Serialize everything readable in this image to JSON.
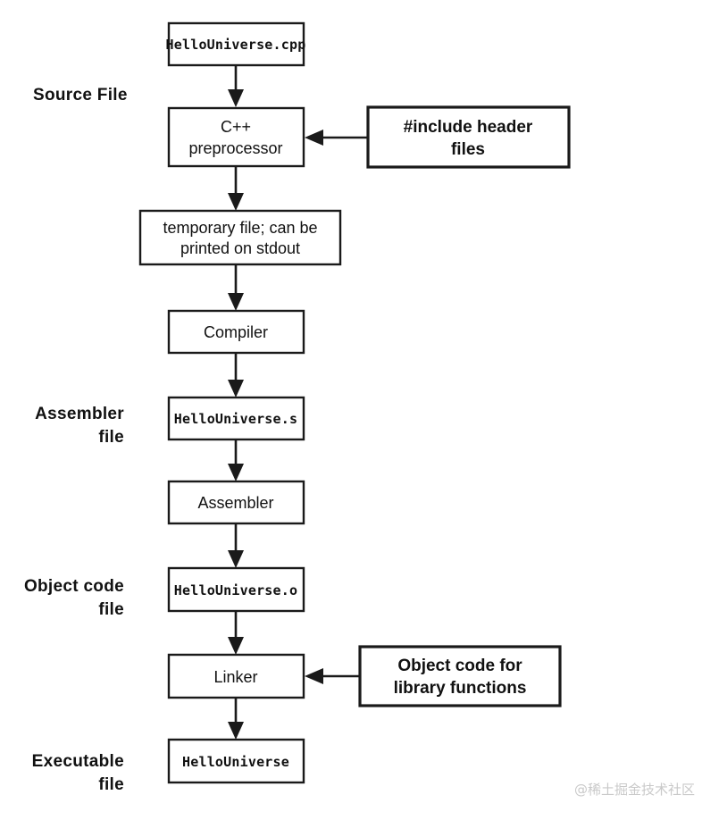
{
  "diagram": {
    "title": "C++ compilation pipeline",
    "background_color": "#ffffff",
    "stroke_color": "#1a1a1a",
    "stage_labels": [
      {
        "id": "source-file",
        "lines": [
          "Source File"
        ],
        "align": "left"
      },
      {
        "id": "assembler-file",
        "lines": [
          "Assembler",
          "file"
        ],
        "align": "right"
      },
      {
        "id": "object-code-file",
        "lines": [
          "Object code",
          "file"
        ],
        "align": "right"
      },
      {
        "id": "executable-file",
        "lines": [
          "Executable",
          "file"
        ],
        "align": "right"
      }
    ],
    "nodes": [
      {
        "id": "source",
        "label": "HelloUniverse.cpp",
        "style": "mono"
      },
      {
        "id": "preprocessor",
        "label_lines": [
          "C++",
          "preprocessor"
        ],
        "style": "sans"
      },
      {
        "id": "include-headers",
        "label_lines": [
          "#include header",
          "files"
        ],
        "style": "bold"
      },
      {
        "id": "temp-file",
        "label_lines": [
          "temporary file; can be",
          "printed on stdout"
        ],
        "style": "sans"
      },
      {
        "id": "compiler",
        "label": "Compiler",
        "style": "sans"
      },
      {
        "id": "assembly-file",
        "label": "HelloUniverse.s",
        "style": "mono"
      },
      {
        "id": "assembler",
        "label": "Assembler",
        "style": "sans"
      },
      {
        "id": "object-file",
        "label": "HelloUniverse.o",
        "style": "mono"
      },
      {
        "id": "linker",
        "label": "Linker",
        "style": "sans"
      },
      {
        "id": "library-object-code",
        "label_lines": [
          "Object code for",
          "library functions"
        ],
        "style": "bold"
      },
      {
        "id": "executable",
        "label": "HelloUniverse",
        "style": "mono"
      }
    ],
    "edges": [
      {
        "from": "source",
        "to": "preprocessor",
        "direction": "down"
      },
      {
        "from": "include-headers",
        "to": "preprocessor",
        "direction": "left"
      },
      {
        "from": "preprocessor",
        "to": "temp-file",
        "direction": "down"
      },
      {
        "from": "temp-file",
        "to": "compiler",
        "direction": "down"
      },
      {
        "from": "compiler",
        "to": "assembly-file",
        "direction": "down"
      },
      {
        "from": "assembly-file",
        "to": "assembler",
        "direction": "down"
      },
      {
        "from": "assembler",
        "to": "object-file",
        "direction": "down"
      },
      {
        "from": "object-file",
        "to": "linker",
        "direction": "down"
      },
      {
        "from": "library-object-code",
        "to": "linker",
        "direction": "left"
      },
      {
        "from": "linker",
        "to": "executable",
        "direction": "down"
      }
    ],
    "watermark": "@稀土掘金技术社区"
  }
}
